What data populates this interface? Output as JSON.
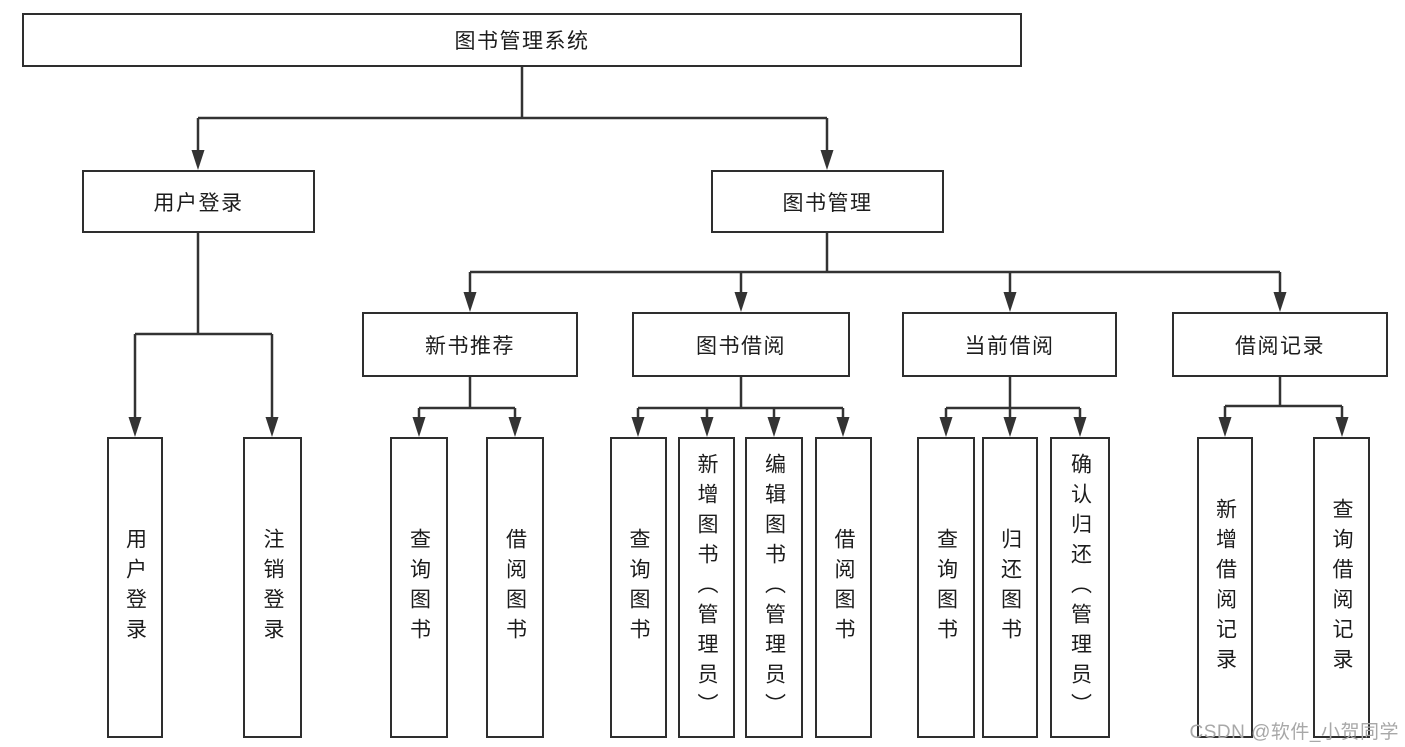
{
  "diagram_title": "图书管理系统",
  "watermark": "CSDN @软件_小贺同学",
  "colors": {
    "line": "#333333",
    "box_border": "#2e2e2e",
    "box_fill": "#ffffff",
    "text": "#1c1c1c",
    "watermark_text": "#a8a8a8"
  },
  "tree": {
    "label": "图书管理系统",
    "children": [
      {
        "label": "用户登录",
        "children": [
          {
            "label": "用户登录"
          },
          {
            "label": "注销登录"
          }
        ]
      },
      {
        "label": "图书管理",
        "children": [
          {
            "label": "新书推荐",
            "children": [
              {
                "label": "查询图书"
              },
              {
                "label": "借阅图书"
              }
            ]
          },
          {
            "label": "图书借阅",
            "children": [
              {
                "label": "查询图书"
              },
              {
                "label": "新增图书（管理员）"
              },
              {
                "label": "编辑图书（管理员）"
              },
              {
                "label": "借阅图书"
              }
            ]
          },
          {
            "label": "当前借阅",
            "children": [
              {
                "label": "查询图书"
              },
              {
                "label": "归还图书"
              },
              {
                "label": "确认归还（管理员）"
              }
            ]
          },
          {
            "label": "借阅记录",
            "children": [
              {
                "label": "新增借阅记录"
              },
              {
                "label": "查询借阅记录"
              }
            ]
          }
        ]
      }
    ]
  }
}
